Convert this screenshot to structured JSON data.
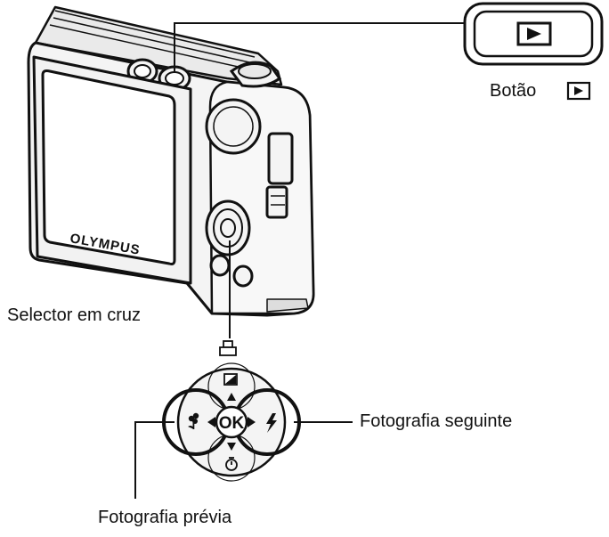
{
  "labels": {
    "playback_button": "Botão",
    "arrow_pad": "Selector em cruz",
    "next_photo": "Fotografia seguinte",
    "previous_photo": "Fotografia prévia"
  },
  "camera": {
    "brand": "OLYMPUS"
  },
  "arrow_pad": {
    "center": "OK"
  },
  "icons": {
    "play_triangle": "play-icon",
    "up_key": "print-icon",
    "top_key": "exposure-compensation-icon",
    "left_key": "macro-icon",
    "right_key": "flash-icon",
    "bottom_key": "self-timer-icon"
  },
  "colors": {
    "ink": "#111111",
    "camera_body": "#f4f4f4",
    "screen": "#ffffff"
  }
}
